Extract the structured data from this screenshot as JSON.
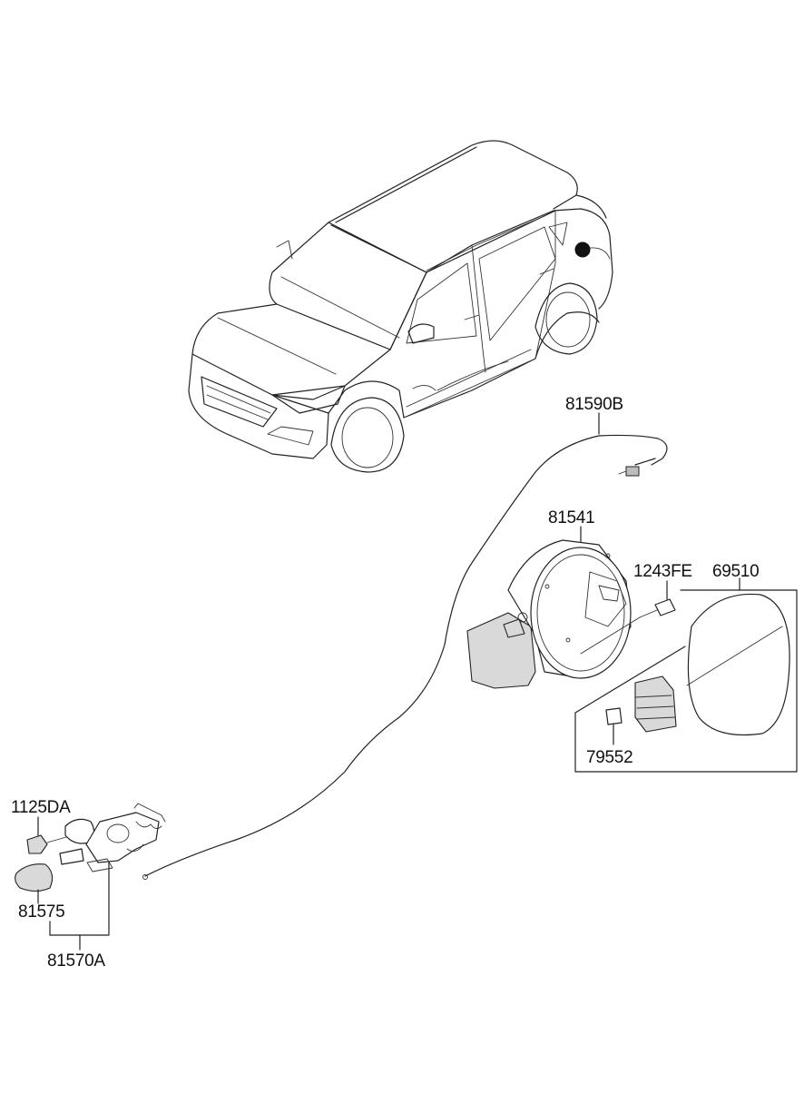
{
  "labels": {
    "p81590B": "81590B",
    "p81541": "81541",
    "p1243FE": "1243FE",
    "p69510": "69510",
    "p79552": "79552",
    "p1125DA": "1125DA",
    "p81575": "81575",
    "p81570A": "81570A"
  },
  "colors": {
    "line": "#222222",
    "background": "#ffffff",
    "part_fill": "#d9d9d9",
    "fuel_door_marker": "#111111"
  }
}
